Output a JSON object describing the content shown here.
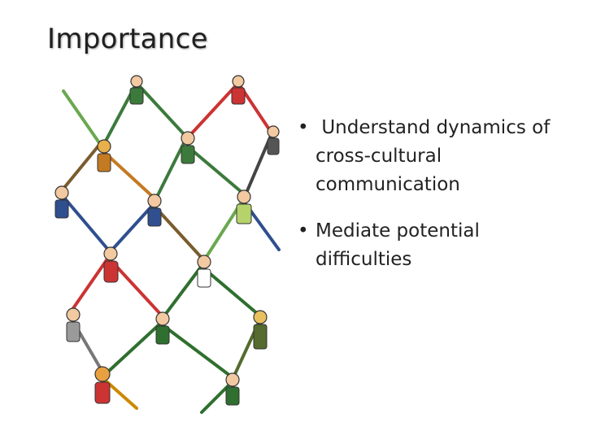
{
  "slide": {
    "title": "Importance",
    "bullets": [
      {
        "text": " Understand dynamics of cross-cultural communication"
      },
      {
        "text": "Mediate potential difficulties"
      }
    ],
    "bullet_glyph": "•",
    "illustration": {
      "icon": "people-network-illustration"
    },
    "colors": {
      "title": "#1f1f1f",
      "text": "#222222",
      "background": "#ffffff"
    }
  }
}
